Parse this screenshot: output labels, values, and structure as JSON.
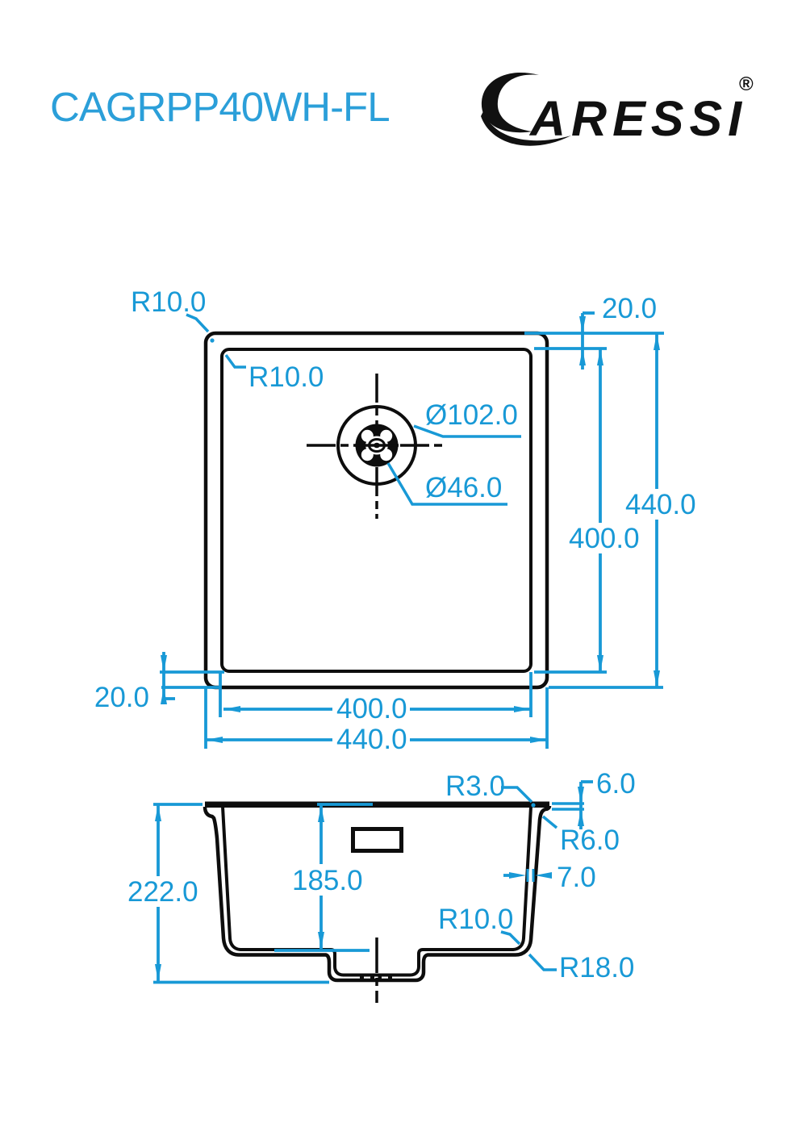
{
  "header": {
    "product_code": "CAGRPP40WH-FL",
    "brand": "CARESSI",
    "logo_letters": "ARESSI",
    "registered": "®"
  },
  "colors": {
    "accent_blue": "#1899d6",
    "line_black": "#0d0d0d",
    "background": "#ffffff"
  },
  "top_view": {
    "labels": {
      "outer_corner_radius": "R10.0",
      "inner_corner_radius": "R10.0",
      "rim_offset_top": "20.0",
      "rim_offset_bottom": "20.0",
      "drain_diameter": "Ø102.0",
      "waste_diameter": "Ø46.0",
      "outer_height": "440.0",
      "inner_height": "400.0",
      "inner_width": "400.0",
      "outer_width": "440.0"
    }
  },
  "section_view": {
    "labels": {
      "top_corner_radius": "R3.0",
      "rim_thickness": "6.0",
      "under_rim_radius": "R6.0",
      "wall_thickness": "7.0",
      "bowl_depth": "185.0",
      "overall_height": "222.0",
      "inner_bottom_radius": "R10.0",
      "outer_bottom_radius": "R18.0"
    }
  }
}
